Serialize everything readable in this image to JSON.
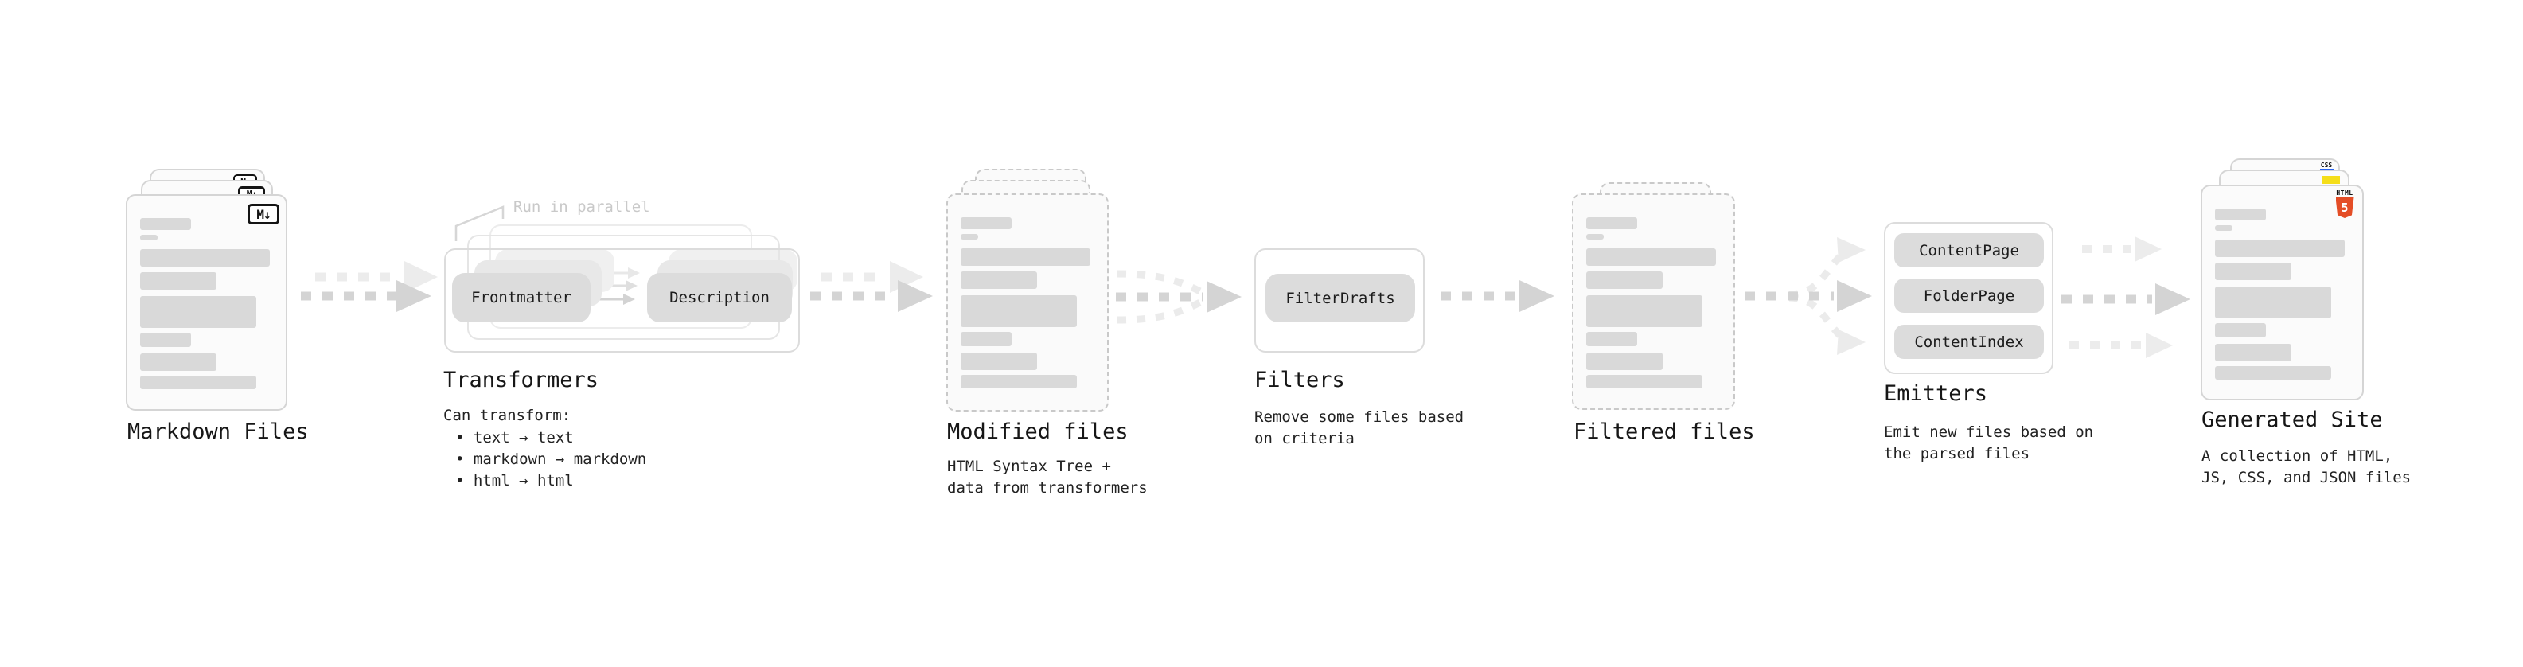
{
  "stages": {
    "markdown": {
      "title": "Markdown Files",
      "badge": "M↓"
    },
    "transformers": {
      "title": "Transformers",
      "note": "Run in parallel",
      "pill_a": "Frontmatter",
      "pill_b": "Description",
      "desc": "Can transform:",
      "bullets": [
        "• text → text",
        "• markdown → markdown",
        "• html → html"
      ]
    },
    "modified": {
      "title": "Modified files",
      "desc_line1": "HTML Syntax Tree +",
      "desc_line2": "data from transformers"
    },
    "filters": {
      "title": "Filters",
      "pill": "FilterDrafts",
      "desc_line1": "Remove some files based",
      "desc_line2": "on criteria"
    },
    "filtered": {
      "title": "Filtered files"
    },
    "emitters": {
      "title": "Emitters",
      "pills": [
        "ContentPage",
        "FolderPage",
        "ContentIndex"
      ],
      "desc_line1": "Emit new files based on",
      "desc_line2": "the parsed files"
    },
    "generated": {
      "title": "Generated Site",
      "desc_line1": "A collection of HTML,",
      "desc_line2": "JS, CSS, and JSON files",
      "css_label": "CSS",
      "html_label": "HTML",
      "html_number": "5"
    }
  },
  "colors": {
    "html_orange": "#e44d26",
    "js_yellow": "#f5de19",
    "css_blue": "#2965f1",
    "arrow_gray": "#d4d4d4",
    "arrow_light": "#ececec",
    "note_gray": "#c9c9c9"
  }
}
